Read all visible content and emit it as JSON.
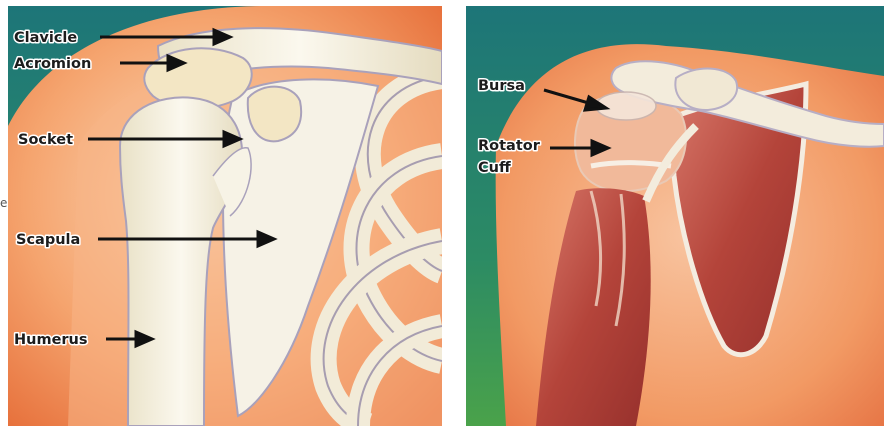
{
  "left_panel": {
    "labels": {
      "clavicle": "Clavicle",
      "acromion": "Acromion",
      "socket": "Socket",
      "scapula": "Scapula",
      "humerus": "Humerus"
    }
  },
  "right_panel": {
    "labels": {
      "bursa": "Bursa",
      "rotator_line1": "Rotator",
      "rotator_line2": "Cuff"
    }
  },
  "edge_mark": "e",
  "colors": {
    "background_teal": "#1f7d7e",
    "background_green": "#3f9a4a",
    "skin": "#f08a55",
    "bone": "#f4efdc",
    "muscle": "#b9403a",
    "arrow": "#111111"
  }
}
